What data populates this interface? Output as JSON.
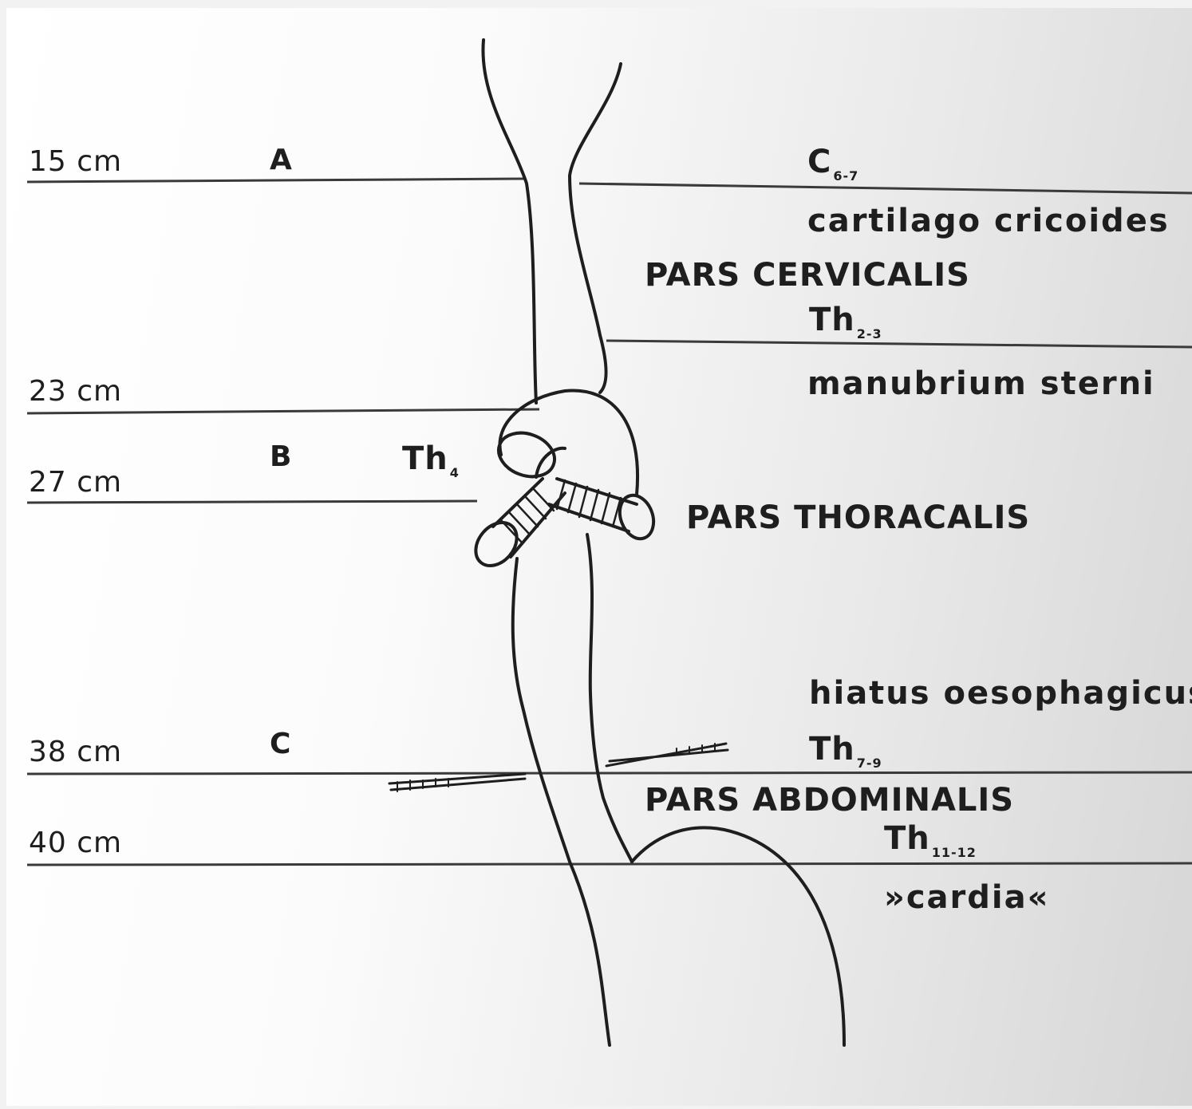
{
  "depth_markers": [
    {
      "depth": "15 cm",
      "letter": "A"
    },
    {
      "depth": "23 cm",
      "letter": ""
    },
    {
      "depth": "27 cm",
      "letter": "B"
    },
    {
      "depth": "38 cm",
      "letter": "C"
    },
    {
      "depth": "40 cm",
      "letter": ""
    }
  ],
  "vertebrae": {
    "c6_7": {
      "base": "C",
      "sub": "6-7"
    },
    "th2_3": {
      "base": "Th",
      "sub": "2-3"
    },
    "th4": {
      "base": "Th",
      "sub": "4"
    },
    "th7_9": {
      "base": "Th",
      "sub": "7-9"
    },
    "th11_12": {
      "base": "Th",
      "sub": "11-12"
    }
  },
  "anatomy": {
    "cartilago": "cartilago cricoides",
    "manubrium": "manubrium sterni",
    "hiatus": "hiatus oesophagicus",
    "cardia": "»cardia«"
  },
  "parts": {
    "cervicalis": "PARS CERVICALIS",
    "thoracalis": "PARS THORACALIS",
    "abdominalis": "PARS ABDOMINALIS"
  },
  "colors": {
    "ink": "#1e1e1e",
    "line": "#3a3a3a"
  }
}
